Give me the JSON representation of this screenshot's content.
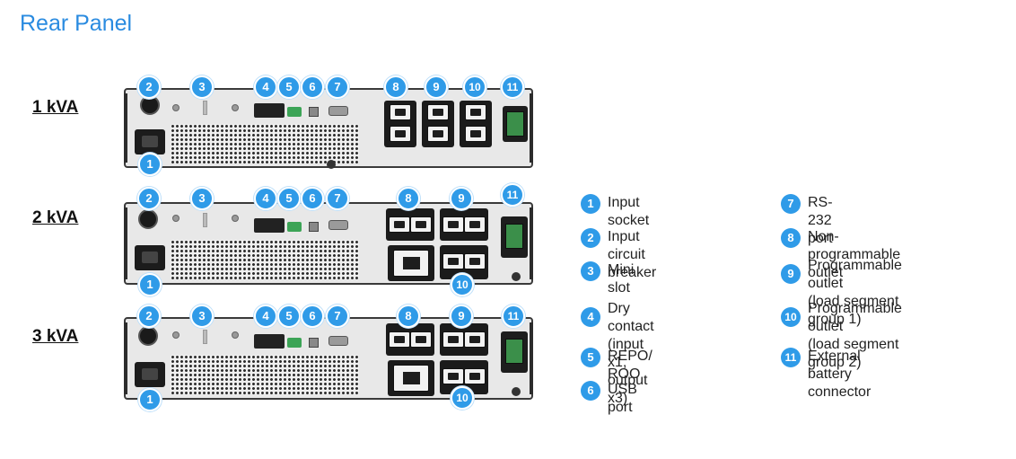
{
  "title": "Rear Panel",
  "models": [
    "1 kVA",
    "2 kVA",
    "3 kVA"
  ],
  "callouts": {
    "n1": "1",
    "n2": "2",
    "n3": "3",
    "n4": "4",
    "n5": "5",
    "n6": "6",
    "n7": "7",
    "n8": "8",
    "n9": "9",
    "n10": "10",
    "n11": "11"
  },
  "legend": [
    {
      "num": "1",
      "text": "Input socket"
    },
    {
      "num": "2",
      "text": "Input circuit breaker"
    },
    {
      "num": "3",
      "text": "Mini slot"
    },
    {
      "num": "4",
      "text": "Dry contact\n(input x1, output x3)"
    },
    {
      "num": "5",
      "text": "REPO/ ROO"
    },
    {
      "num": "6",
      "text": "USB port"
    },
    {
      "num": "7",
      "text": "RS-232 port"
    },
    {
      "num": "8",
      "text": "Non-programmable outlet"
    },
    {
      "num": "9",
      "text": "Programmable outlet\n(load segment group 1)"
    },
    {
      "num": "10",
      "text": "Programmable outlet\n(load segment group 2)"
    },
    {
      "num": "11",
      "text": "External battery connector"
    }
  ],
  "colors": {
    "accent": "#2f9be8",
    "title": "#2a8be0",
    "repo": "#3ca456"
  }
}
